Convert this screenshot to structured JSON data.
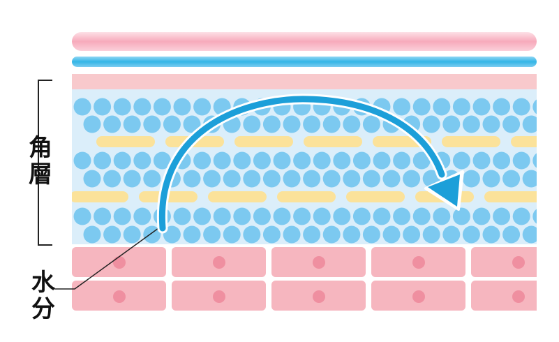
{
  "labels": {
    "stratum_corneum": [
      "角",
      "層"
    ],
    "moisture": [
      "水",
      "分"
    ]
  },
  "colors": {
    "background": "#ffffff",
    "top_band_pink": "#f7aabb",
    "top_band_pink_light": "#fde0e6",
    "top_band_blue": "#34b6e6",
    "horny_layer_top": "#f8c9cc",
    "layer_bg": "#dbeefa",
    "cell_blue": "#7cc9f0",
    "lipid_yellow": "#fbe29a",
    "base_cell_pink": "#f6b6bf",
    "nucleus": "#ef8fa0",
    "arrow_blue": "#1c9fd9",
    "bracket": "#222222"
  },
  "icons": {
    "arrow": "curved-arrow-icon"
  }
}
